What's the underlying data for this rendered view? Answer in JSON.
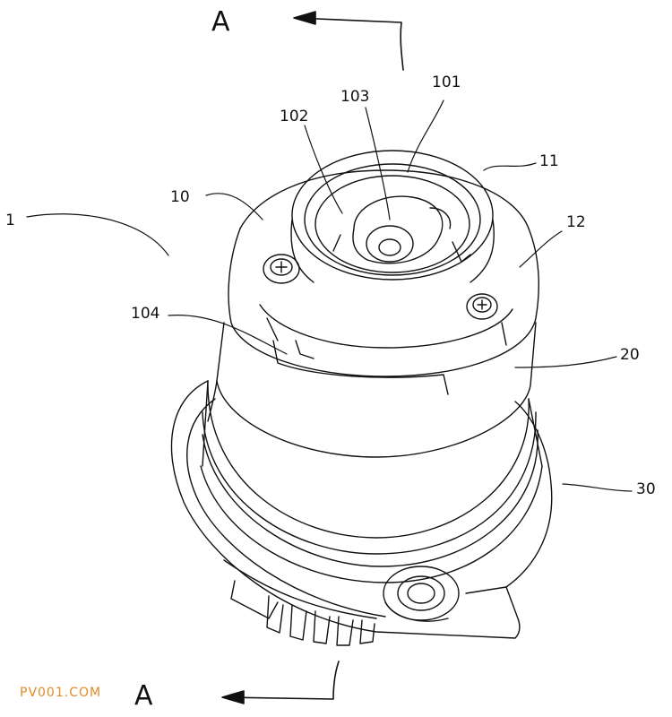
{
  "section_marks": {
    "top": "A",
    "bottom": "A"
  },
  "labels": {
    "assembly": "1",
    "part_10": "10",
    "part_11": "11",
    "part_12": "12",
    "part_20": "20",
    "part_30": "30",
    "part_101": "101",
    "part_102": "102",
    "part_103": "103",
    "part_104": "104"
  },
  "watermark": "PV001.COM",
  "colors": {
    "line": "#111111",
    "watermark": "#e08a2a",
    "background": "#ffffff"
  }
}
